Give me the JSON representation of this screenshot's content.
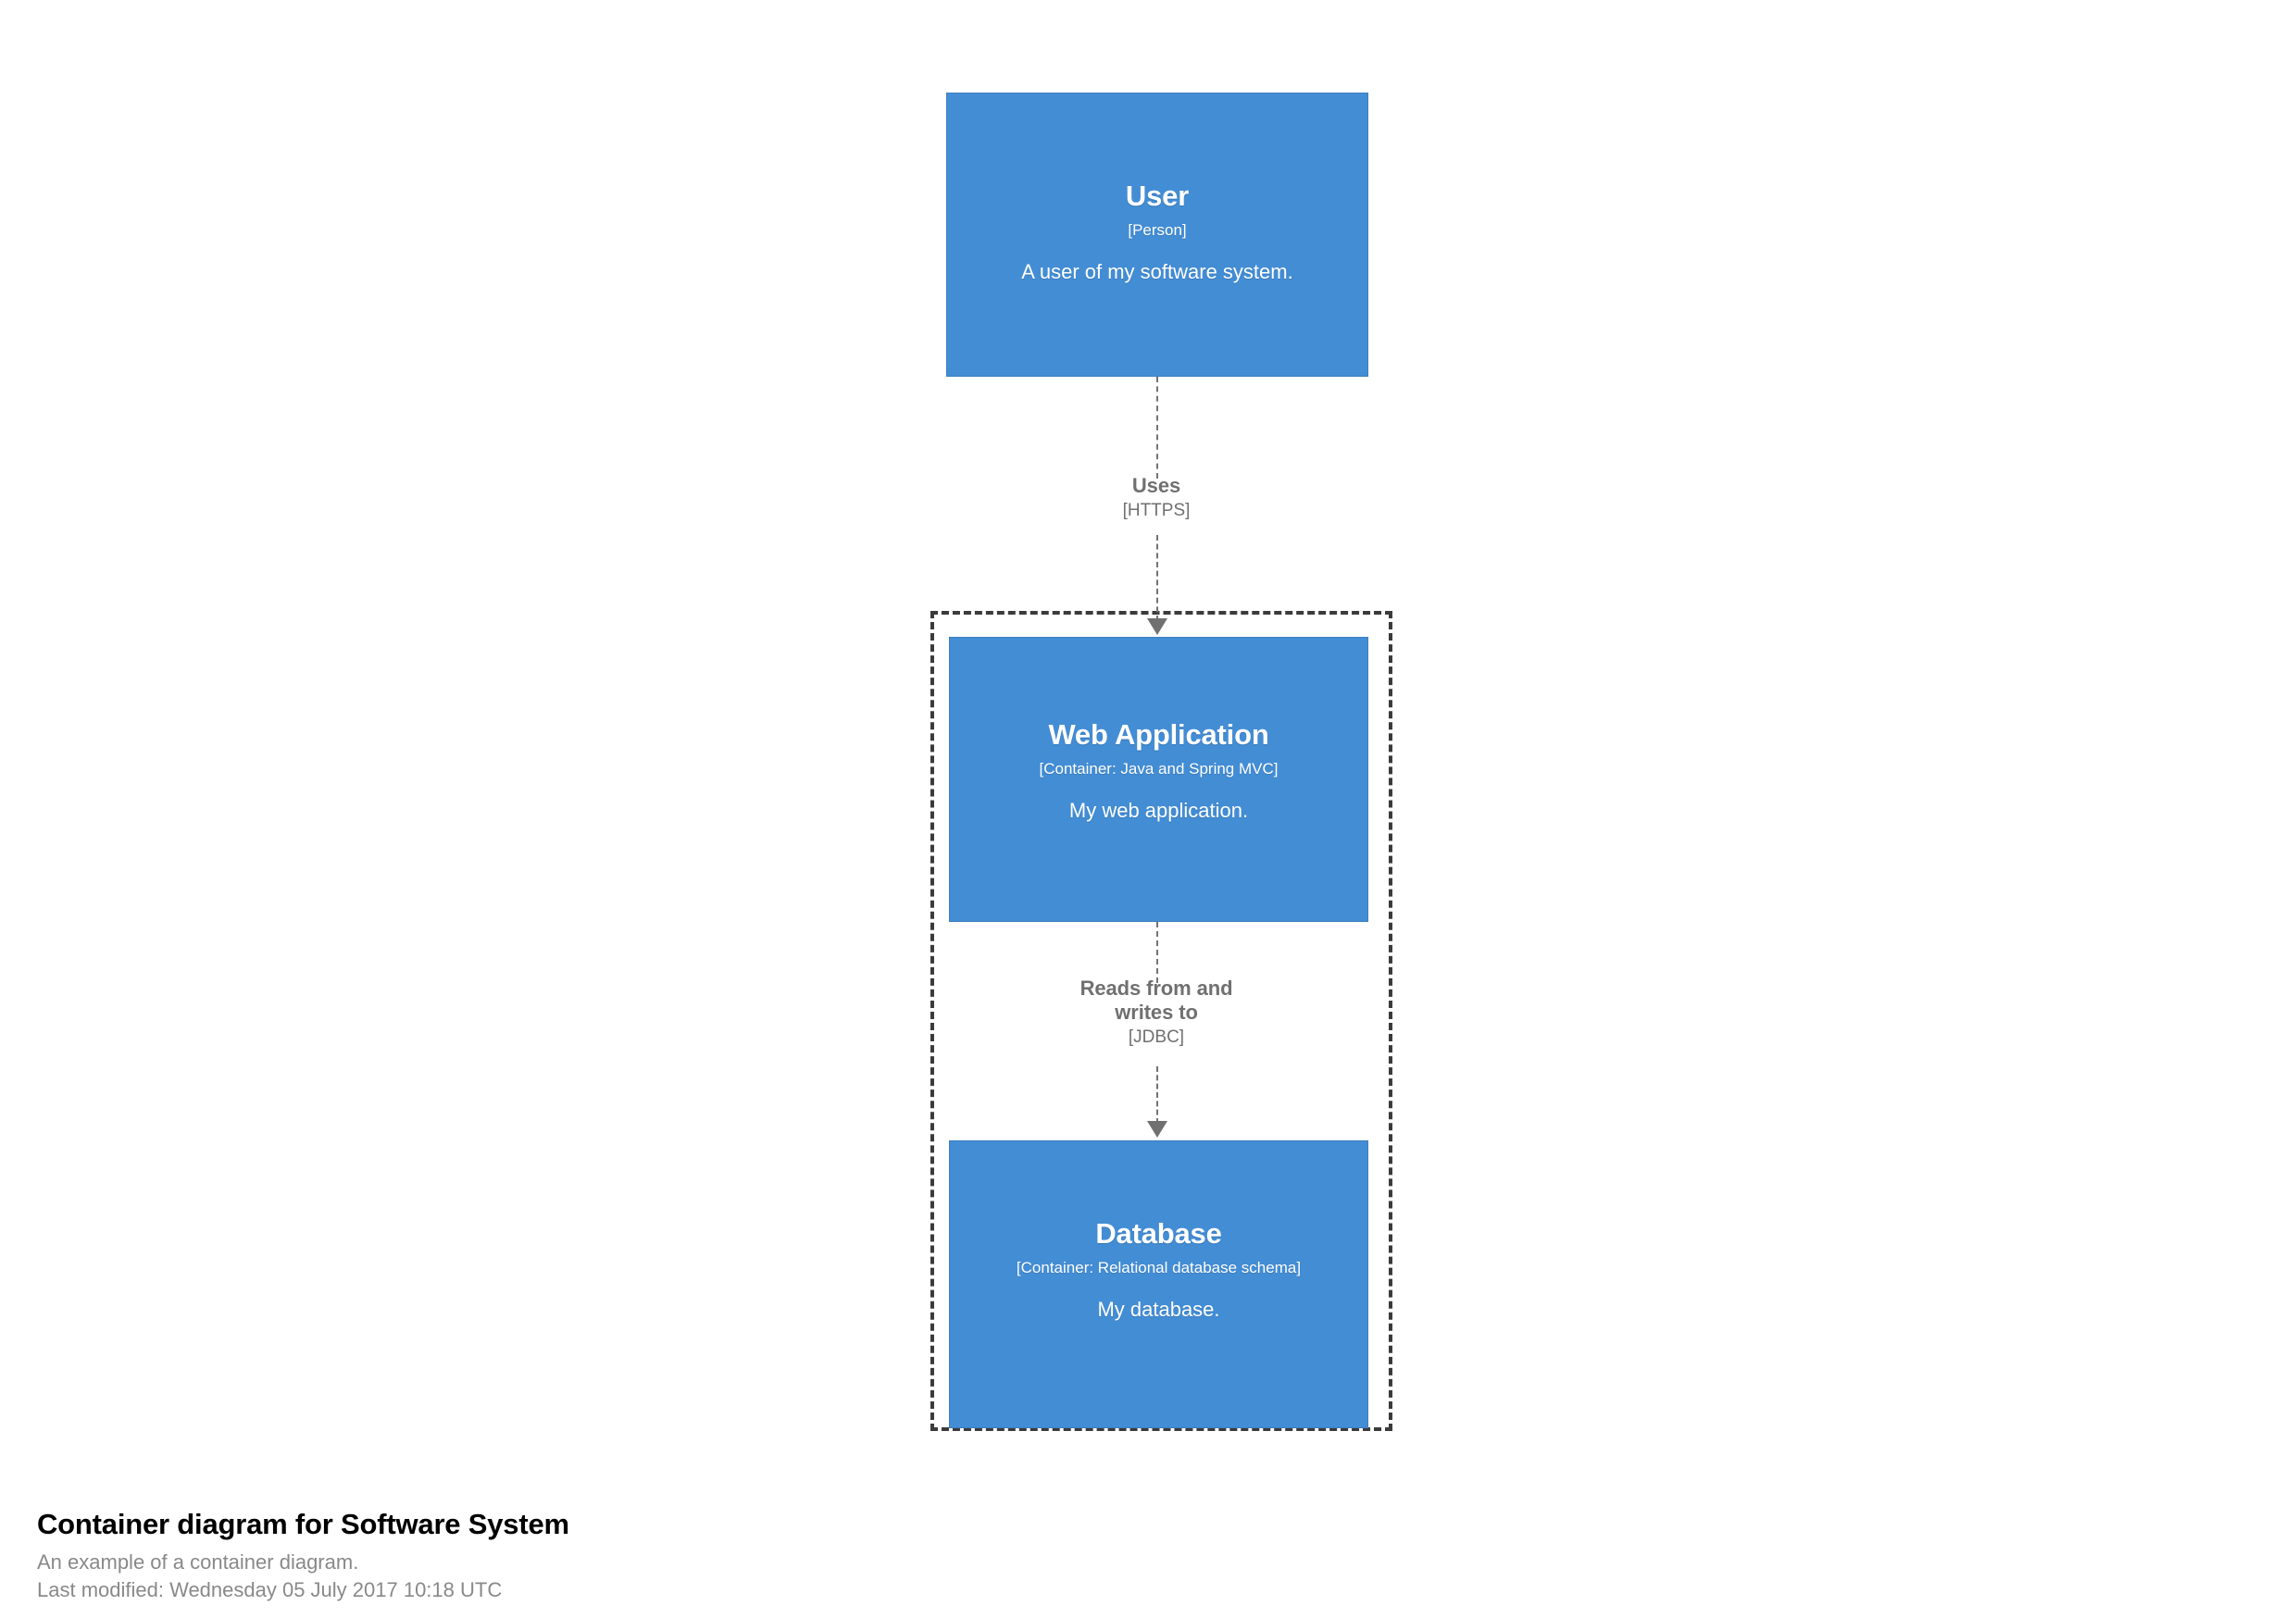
{
  "diagram": {
    "title": "Container diagram for Software System",
    "subtitle": "An example of a container diagram.",
    "last_modified": "Last modified: Wednesday 05 July 2017 10:18 UTC",
    "element_color": "#438dd5",
    "element_text_color": "#ffffff",
    "relationship_color": "#707070",
    "boundary_color": "#3b3b3b",
    "background_color": "#ffffff"
  },
  "boundary": {
    "label": "",
    "style": "dashed"
  },
  "nodes": [
    {
      "id": "user",
      "name": "User",
      "technology": "[Person]",
      "description": "A user of my software system.",
      "inside_boundary": false
    },
    {
      "id": "webapp",
      "name": "Web Application",
      "technology": "[Container: Java and Spring MVC]",
      "description": "My web application.",
      "inside_boundary": true
    },
    {
      "id": "database",
      "name": "Database",
      "technology": "[Container: Relational database schema]",
      "description": "My database.",
      "inside_boundary": true
    }
  ],
  "relationships": [
    {
      "id": "rel1",
      "source": "user",
      "destination": "webapp",
      "description": "Uses",
      "technology": "[HTTPS]"
    },
    {
      "id": "rel2",
      "source": "webapp",
      "destination": "database",
      "description_line1": "Reads from and",
      "description_line2": "writes to",
      "technology": "[JDBC]"
    }
  ]
}
